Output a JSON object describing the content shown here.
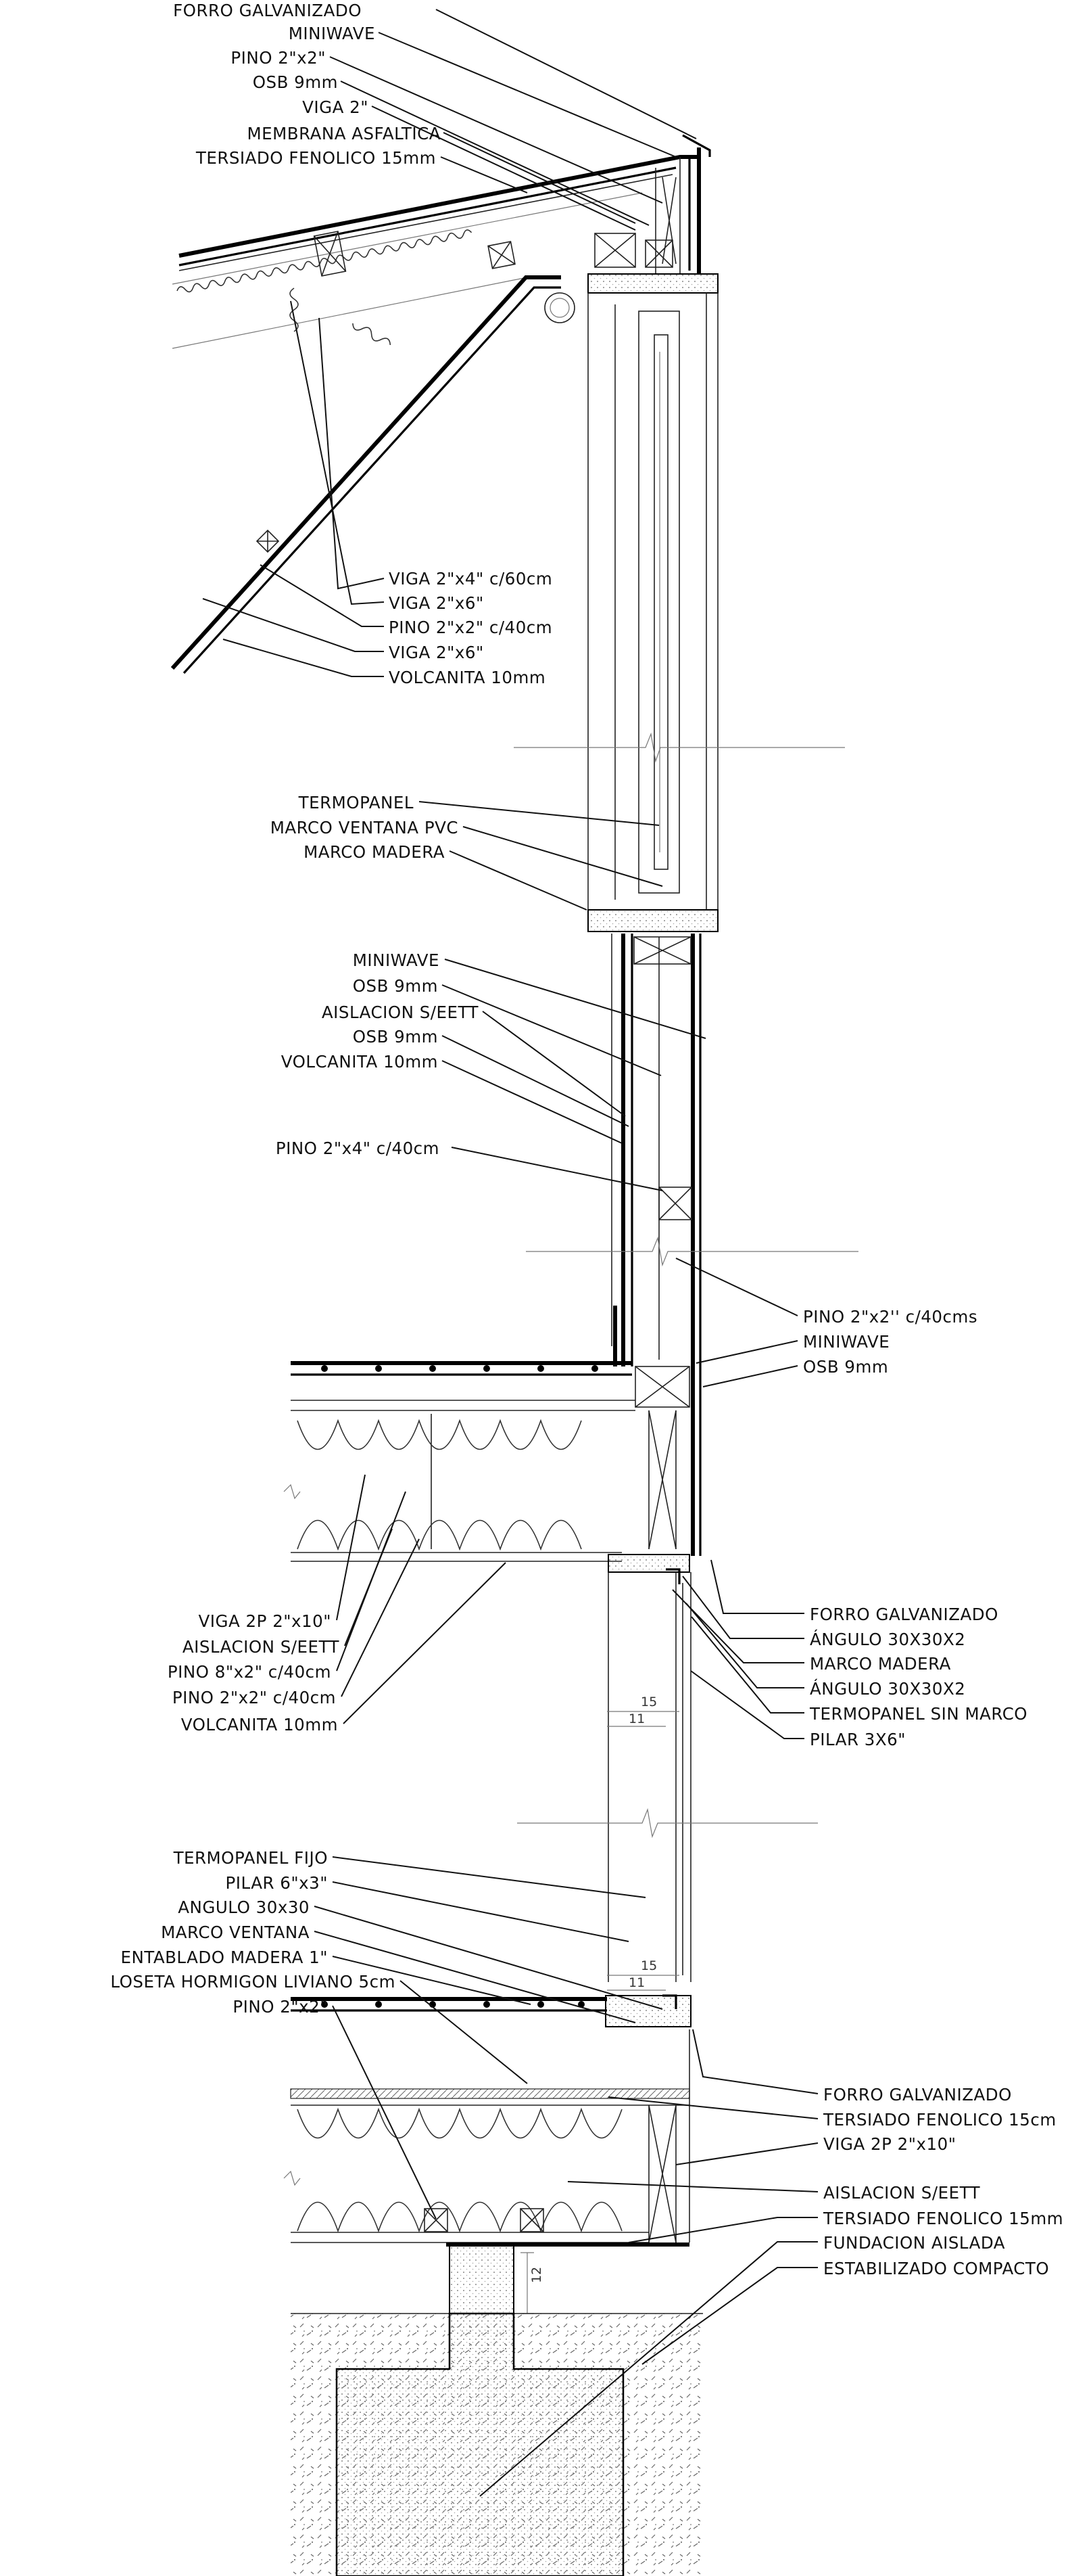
{
  "labels": {
    "roof": [
      "FORRO GALVANIZADO",
      "MINIWAVE",
      "PINO 2\"x2\"",
      "OSB 9mm",
      "VIGA 2\"",
      "MEMBRANA ASFALTICA",
      "TERSIADO FENOLICO 15mm"
    ],
    "ceiling": [
      "VIGA 2\"x4\" c/60cm",
      "VIGA 2\"x6\"",
      "PINO 2\"x2\" c/40cm",
      "VIGA 2\"x6\"",
      "VOLCANITA 10mm"
    ],
    "window": [
      "TERMOPANEL",
      "MARCO VENTANA PVC",
      "MARCO MADERA"
    ],
    "wall": [
      "MINIWAVE",
      "OSB 9mm",
      "AISLACION S/EETT",
      "OSB 9mm",
      "VOLCANITA 10mm",
      "PINO 2\"x4\" c/40cm"
    ],
    "wall_right": [
      "PINO 2\"x2'' c/40cms",
      "MINIWAVE",
      "OSB 9mm"
    ],
    "floor1": [
      "VIGA 2P 2\"x10\"",
      "AISLACION S/EETT",
      "PINO 8\"x2\" c/40cm",
      "PINO 2\"x2\" c/40cm",
      "VOLCANITA 10mm"
    ],
    "corner": [
      "FORRO GALVANIZADO",
      "ÁNGULO 30X30X2",
      "MARCO MADERA",
      "ÁNGULO 30X30X2",
      "TERMOPANEL SIN MARCO",
      "PILAR 3X6\""
    ],
    "fixed_window": [
      "TERMOPANEL FIJO",
      "PILAR 6\"x3\"",
      "ANGULO 30x30",
      "MARCO VENTANA",
      "ENTABLADO MADERA 1\"",
      "LOSETA HORMIGON LIVIANO 5cm",
      "PINO 2\"x2\""
    ],
    "foundation": [
      "FORRO GALVANIZADO",
      "TERSIADO FENOLICO 15cm",
      "VIGA 2P 2\"x10\"",
      "AISLACION S/EETT",
      "TERSIADO FENOLICO 15mm",
      "FUNDACION AISLADA",
      "ESTABILIZADO COMPACTO"
    ]
  },
  "dimensions": {
    "d15_upper": "15",
    "d11_upper": "11",
    "d15_lower": "15",
    "d11_lower": "11",
    "d12": "12"
  },
  "colors": {
    "ink": "#000000",
    "hatch": "#999999",
    "paper": "#ffffff"
  }
}
